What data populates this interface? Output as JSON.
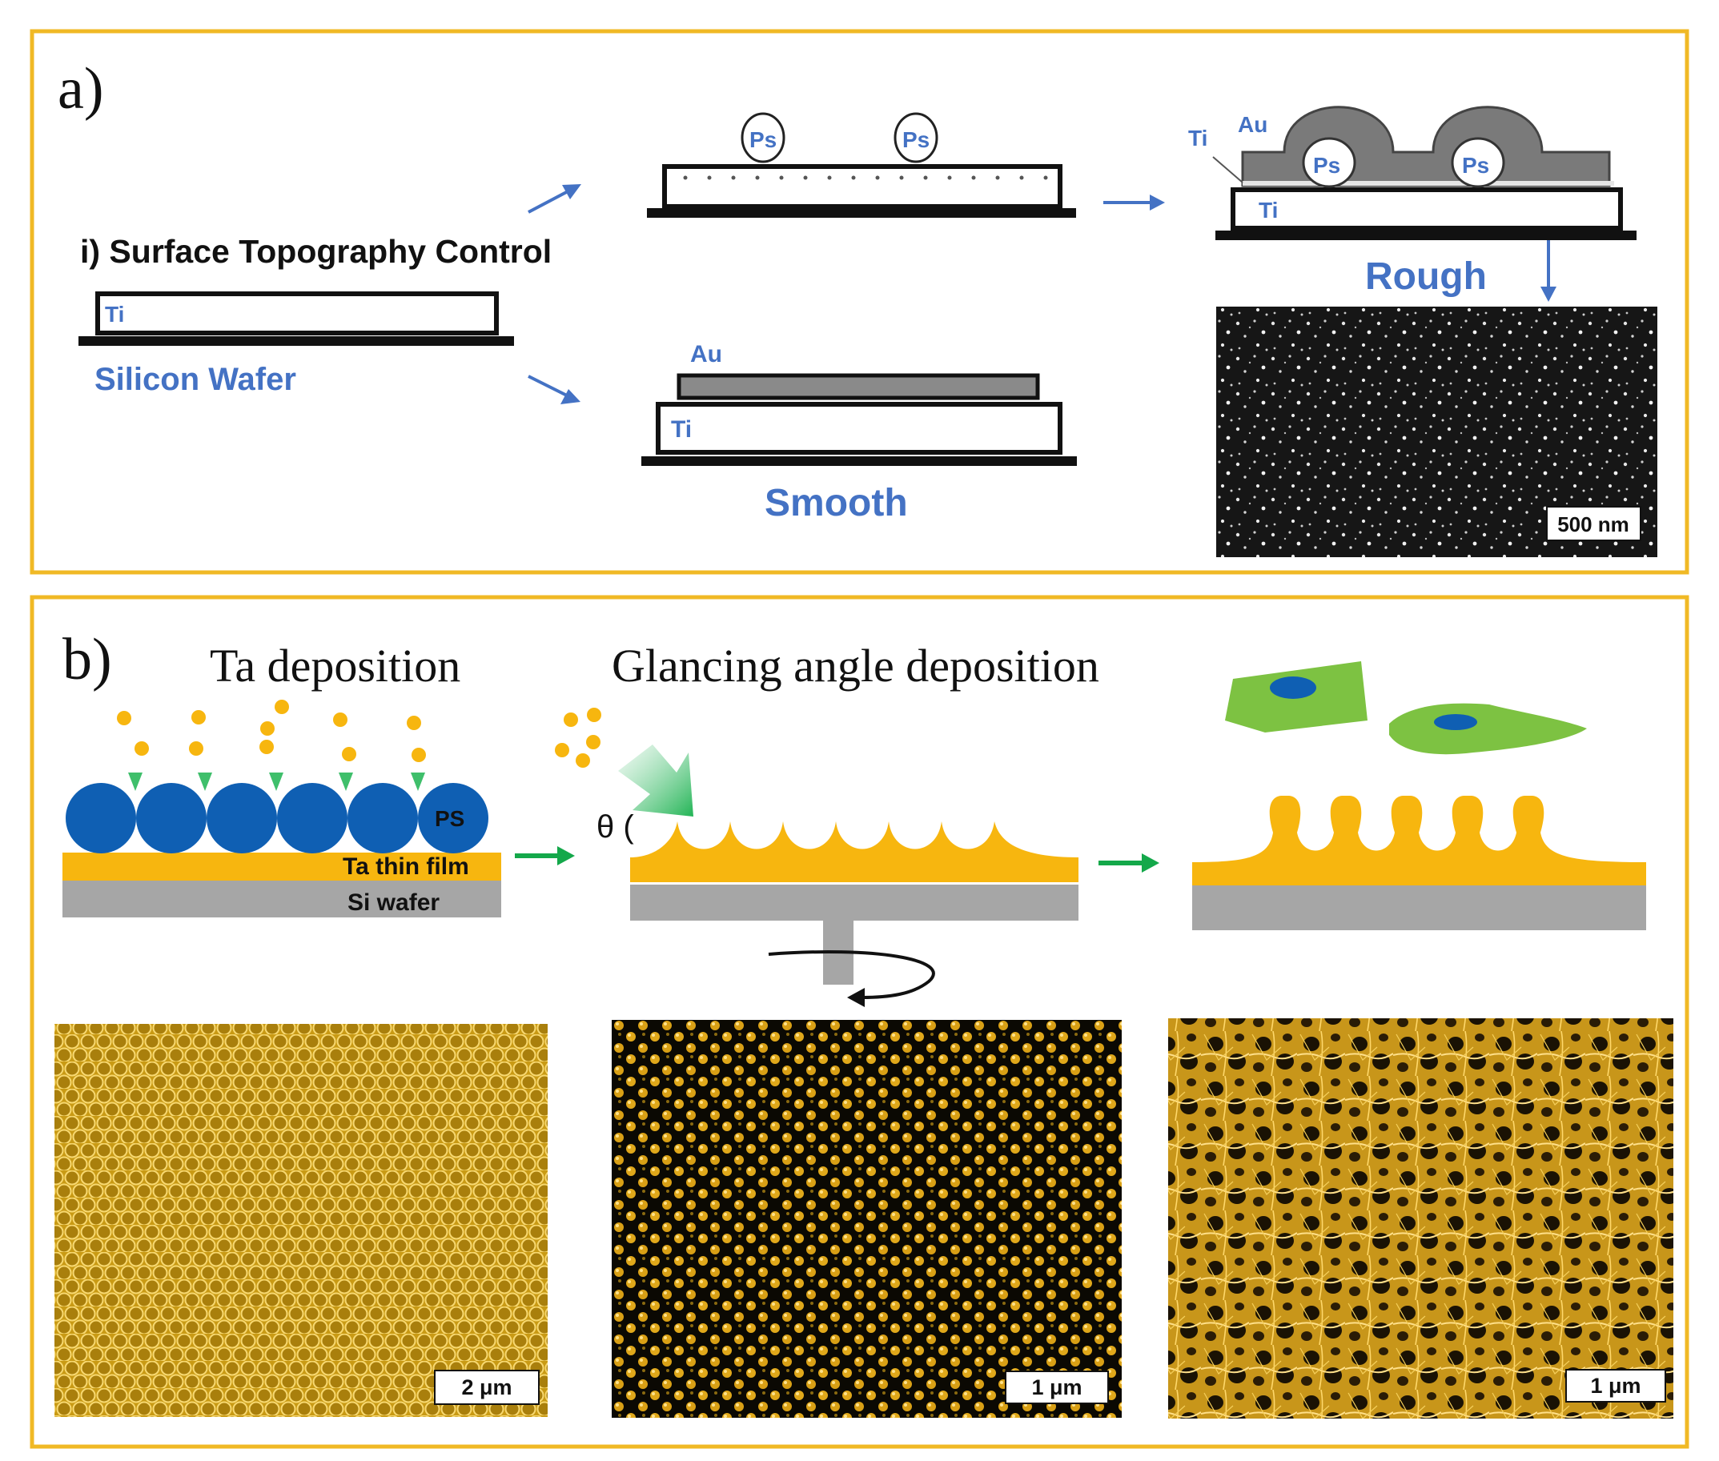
{
  "panel_a": {
    "label": "a)",
    "heading": "i) Surface Topography Control",
    "substrate_label": "Silicon Wafer",
    "ti_label": "Ti",
    "au_label": "Au",
    "ps_label": "Ps",
    "smooth_label": "Smooth",
    "rough_label": "Rough",
    "scalebar": "500 nm"
  },
  "panel_b": {
    "label": "b)",
    "step1_title": "Ta deposition",
    "step2_title": "Glancing angle deposition",
    "ps_label": "PS",
    "ta_film_label": "Ta thin film",
    "si_label": "Si wafer",
    "theta_label": "θ (",
    "scalebars": [
      "2 μm",
      "1 μm",
      "1 μm"
    ]
  },
  "colors": {
    "frame": "#f0b925",
    "blue_text": "#4472c4",
    "ps_sphere": "#0f5fb3",
    "tantalum": "#f7b60f",
    "silicon": "#a6a6a6",
    "cell_body": "#7dc242",
    "arrow_green": "#14a84a",
    "gold_image": "#c99a14"
  }
}
